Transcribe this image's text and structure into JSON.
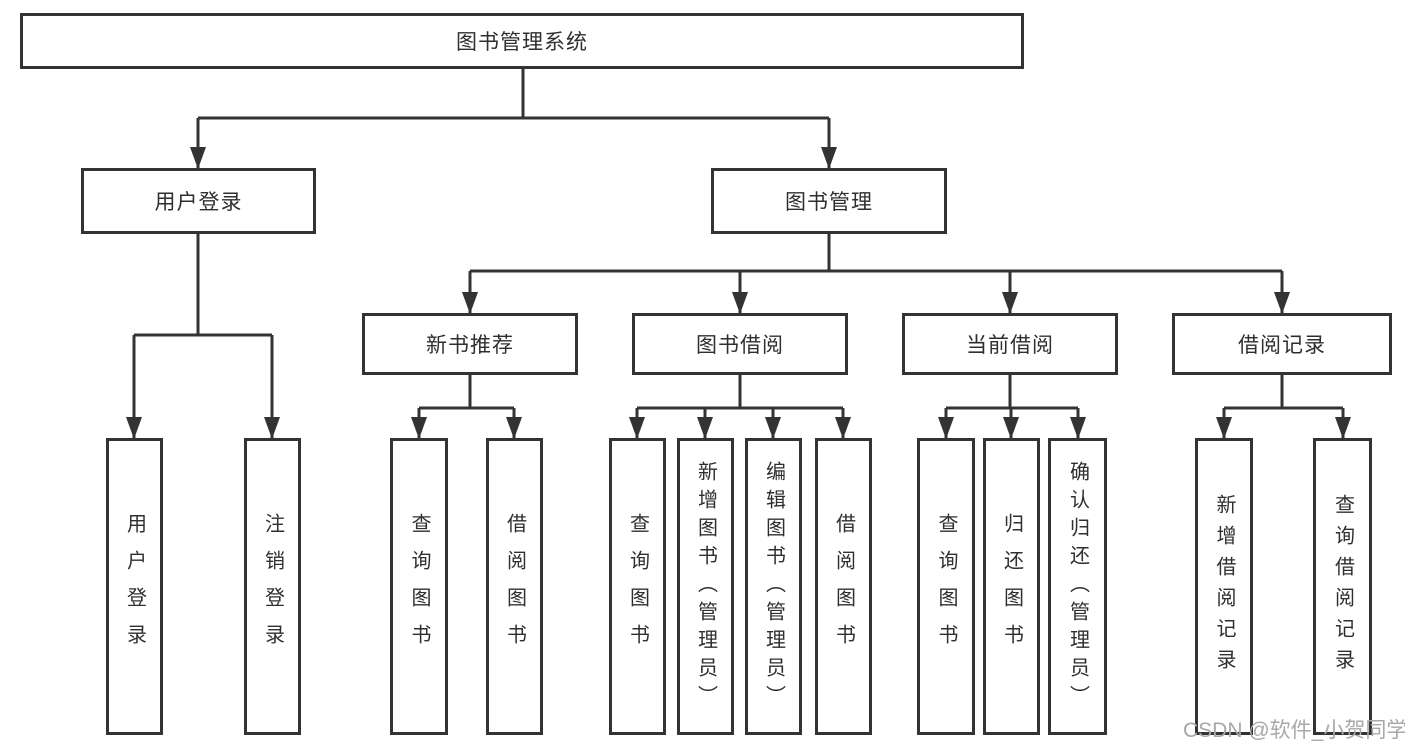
{
  "tree": {
    "root": {
      "label": "图书管理系统"
    },
    "branches": [
      {
        "label": "用户登录",
        "children": [
          "用户登录",
          "注销登录"
        ]
      },
      {
        "label": "图书管理",
        "sections": [
          {
            "label": "新书推荐",
            "children": [
              "查询图书",
              "借阅图书"
            ]
          },
          {
            "label": "图书借阅",
            "children": [
              "查询图书",
              "新增图书（管理员）",
              "编辑图书（管理员）",
              "借阅图书"
            ]
          },
          {
            "label": "当前借阅",
            "children": [
              "查询图书",
              "归还图书",
              "确认归还（管理员）"
            ]
          },
          {
            "label": "借阅记录",
            "children": [
              "新增借阅记录",
              "查询借阅记录"
            ]
          }
        ]
      }
    ]
  },
  "watermark": "CSDN @软件_小贺同学",
  "colors": {
    "line": "#333333",
    "text": "#2f2f2f",
    "watermark": "#a8a8a8"
  }
}
